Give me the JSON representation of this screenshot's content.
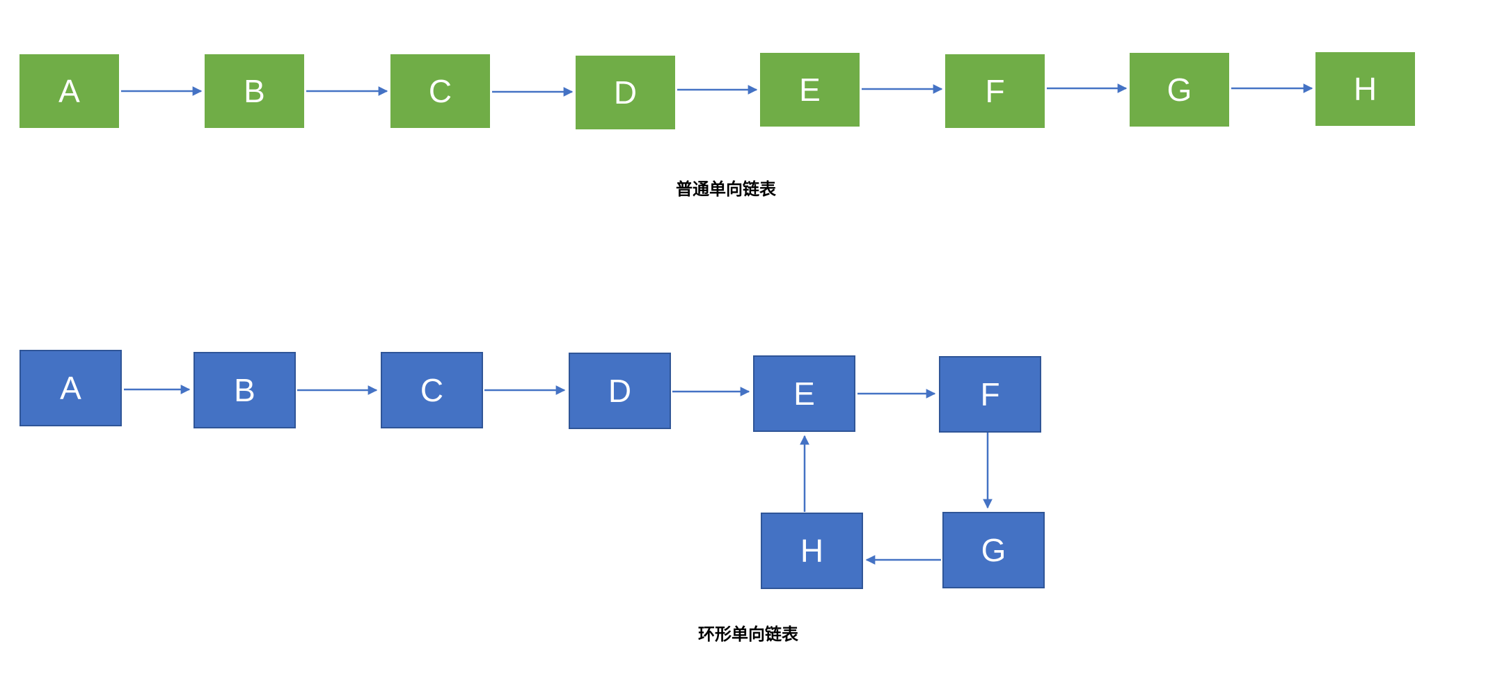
{
  "page": {
    "background": "#FFFFFF"
  },
  "colors": {
    "linear_node_fill": "#70AD47",
    "linear_node_text": "#FFFFFF",
    "circular_node_fill": "#4472C4",
    "circular_node_border": "#2F5597",
    "circular_node_text": "#FFFFFF",
    "arrow": "#4472C4",
    "caption": "#000000"
  },
  "diagrams": [
    {
      "name": "linear-singly-linked-list",
      "caption": "普通单向链表",
      "nodes": [
        "A",
        "B",
        "C",
        "D",
        "E",
        "F",
        "G",
        "H"
      ],
      "edges": [
        {
          "from": "A",
          "to": "B"
        },
        {
          "from": "B",
          "to": "C"
        },
        {
          "from": "C",
          "to": "D"
        },
        {
          "from": "D",
          "to": "E"
        },
        {
          "from": "E",
          "to": "F"
        },
        {
          "from": "F",
          "to": "G"
        },
        {
          "from": "G",
          "to": "H"
        }
      ]
    },
    {
      "name": "circular-singly-linked-list",
      "caption": "环形单向链表",
      "nodes": [
        "A",
        "B",
        "C",
        "D",
        "E",
        "F",
        "G",
        "H"
      ],
      "edges": [
        {
          "from": "A",
          "to": "B"
        },
        {
          "from": "B",
          "to": "C"
        },
        {
          "from": "C",
          "to": "D"
        },
        {
          "from": "D",
          "to": "E"
        },
        {
          "from": "E",
          "to": "F"
        },
        {
          "from": "F",
          "to": "G"
        },
        {
          "from": "G",
          "to": "H"
        },
        {
          "from": "H",
          "to": "E"
        }
      ]
    }
  ]
}
